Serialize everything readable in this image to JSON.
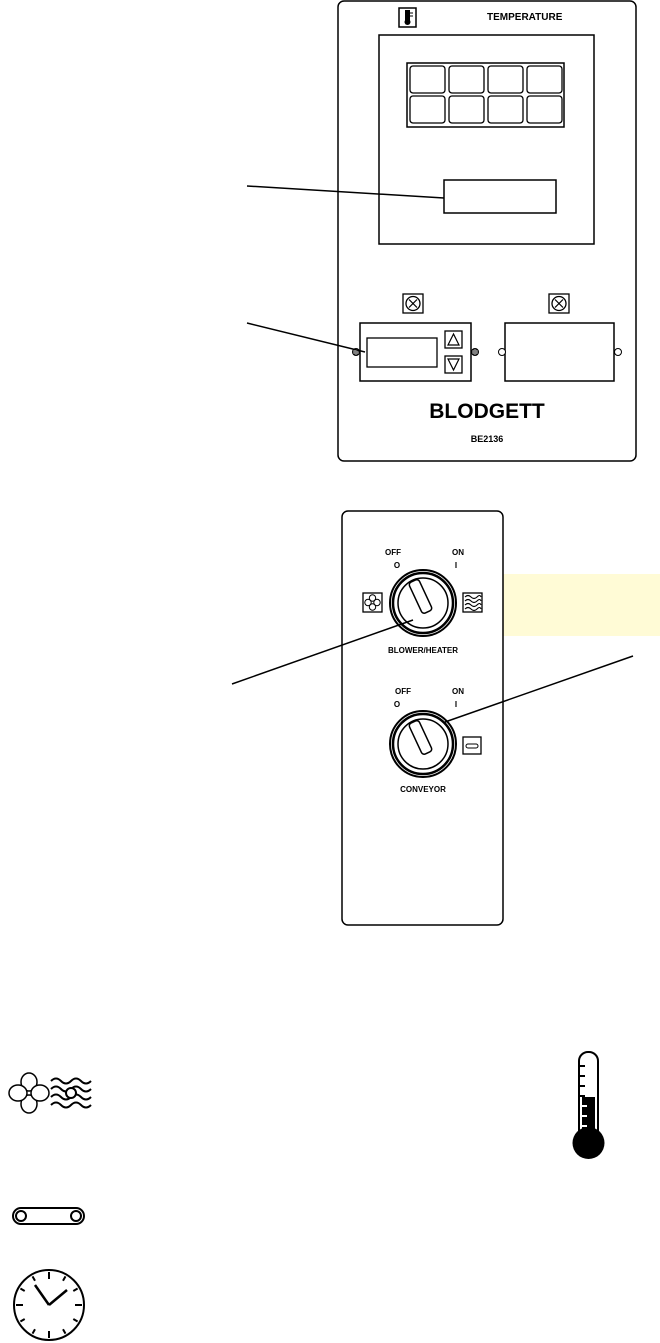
{
  "upper_panel": {
    "title": "TEMPERATURE",
    "brand": "BLODGETT",
    "model": "BE2136"
  },
  "switch_panel": {
    "blower_heater": {
      "off_label": "OFF",
      "off_symbol": "O",
      "on_label": "ON",
      "on_symbol": "I",
      "caption": "BLOWER/HEATER"
    },
    "conveyor": {
      "off_label": "OFF",
      "off_symbol": "O",
      "on_label": "ON",
      "on_symbol": "I",
      "caption": "CONVEYOR"
    }
  },
  "highlight": {
    "color": "#fffbd6"
  },
  "legend_icons": [
    "fan-icon",
    "heat-waves-icon",
    "thermometer-icon",
    "conveyor-icon",
    "timer-clock-icon"
  ]
}
